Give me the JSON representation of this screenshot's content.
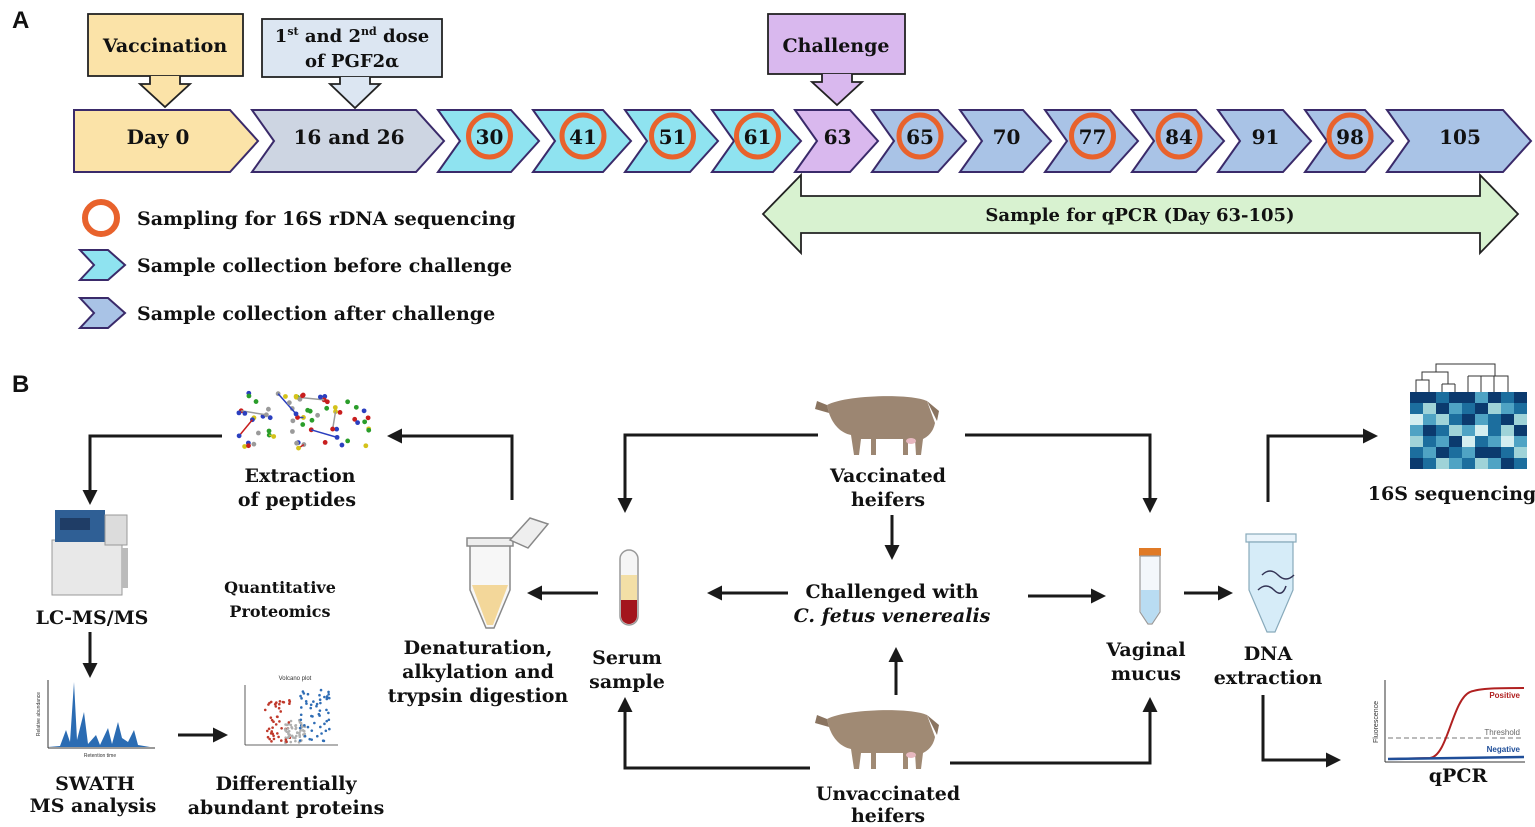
{
  "panel_a": {
    "label": "A",
    "callouts": {
      "vaccination": "Vaccination",
      "pgf_line1_num1": "1",
      "pgf_line1_sup1": "st",
      "pgf_line1_and": "and 2",
      "pgf_line1_sup2": "nd",
      "pgf_line1_rest": "dose",
      "pgf_line2": "of PGF2α",
      "challenge": "Challenge"
    },
    "timeline": [
      {
        "label": "Day 0",
        "phase": "start",
        "sampled": false
      },
      {
        "label": "16 and 26",
        "phase": "pgf",
        "sampled": false
      },
      {
        "label": "30",
        "phase": "before",
        "sampled": true
      },
      {
        "label": "41",
        "phase": "before",
        "sampled": true
      },
      {
        "label": "51",
        "phase": "before",
        "sampled": true
      },
      {
        "label": "61",
        "phase": "before",
        "sampled": true
      },
      {
        "label": "63",
        "phase": "challenge",
        "sampled": false
      },
      {
        "label": "65",
        "phase": "after",
        "sampled": true
      },
      {
        "label": "70",
        "phase": "after",
        "sampled": false
      },
      {
        "label": "77",
        "phase": "after",
        "sampled": true
      },
      {
        "label": "84",
        "phase": "after",
        "sampled": true
      },
      {
        "label": "91",
        "phase": "after",
        "sampled": false
      },
      {
        "label": "98",
        "phase": "after",
        "sampled": true
      },
      {
        "label": "105",
        "phase": "after",
        "sampled": false
      }
    ],
    "qpcr_arrow": "Sample for qPCR (Day 63-105)",
    "legend": [
      "Sampling for 16S rDNA sequencing",
      "Sample collection before challenge",
      "Sample collection after challenge"
    ],
    "colors": {
      "start": "#fbe3a8",
      "pgf": "#cdd5e2",
      "before": "#8fe3f0",
      "challenge": "#d9b8ee",
      "after": "#a9c3e6",
      "circle": "#e8622c",
      "qpcr": "#d8f2d0"
    }
  },
  "panel_b": {
    "label": "B",
    "vaccinated_l1": "Vaccinated",
    "vaccinated_l2": "heifers",
    "unvaccinated_l1": "Unvaccinated",
    "unvaccinated_l2": "heifers",
    "challenged_l1": "Challenged with",
    "challenged_l2": "C. fetus venerealis",
    "serum_l1": "Serum",
    "serum_l2": "sample",
    "denat_l1": "Denaturation,",
    "denat_l2": "alkylation and",
    "denat_l3": "trypsin digestion",
    "extraction_l1": "Extraction",
    "extraction_l2": "of peptides",
    "lcms": "LC-MS/MS",
    "quant_l1": "Quantitative",
    "quant_l2": "Proteomics",
    "swath_l1": "SWATH",
    "swath_l2": "MS analysis",
    "diff_l1": "Differentially",
    "diff_l2": "abundant proteins",
    "vaginal_l1": "Vaginal",
    "vaginal_l2": "mucus",
    "dna_l1": "DNA",
    "dna_l2": "extraction",
    "seq16s": "16S sequencing",
    "qpcr": "qPCR",
    "volcano_title": "Volcano plot",
    "qpcr_positive": "Positive",
    "qpcr_threshold": "Threshold",
    "qpcr_negative": "Negative",
    "qpcr_ylabel": "Fluorescence",
    "ms_xlabel": "Retention time",
    "ms_ylabel": "Relative abundance"
  }
}
